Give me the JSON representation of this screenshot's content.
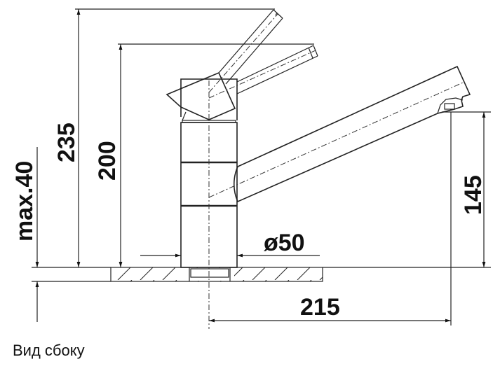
{
  "drawing": {
    "dimensions": {
      "height_lever_up": "235",
      "height_body": "200",
      "max_countertop": "max.40",
      "body_diameter": "ø50",
      "spout_height": "145",
      "spout_reach": "215"
    },
    "caption": "Вид сбоку"
  }
}
